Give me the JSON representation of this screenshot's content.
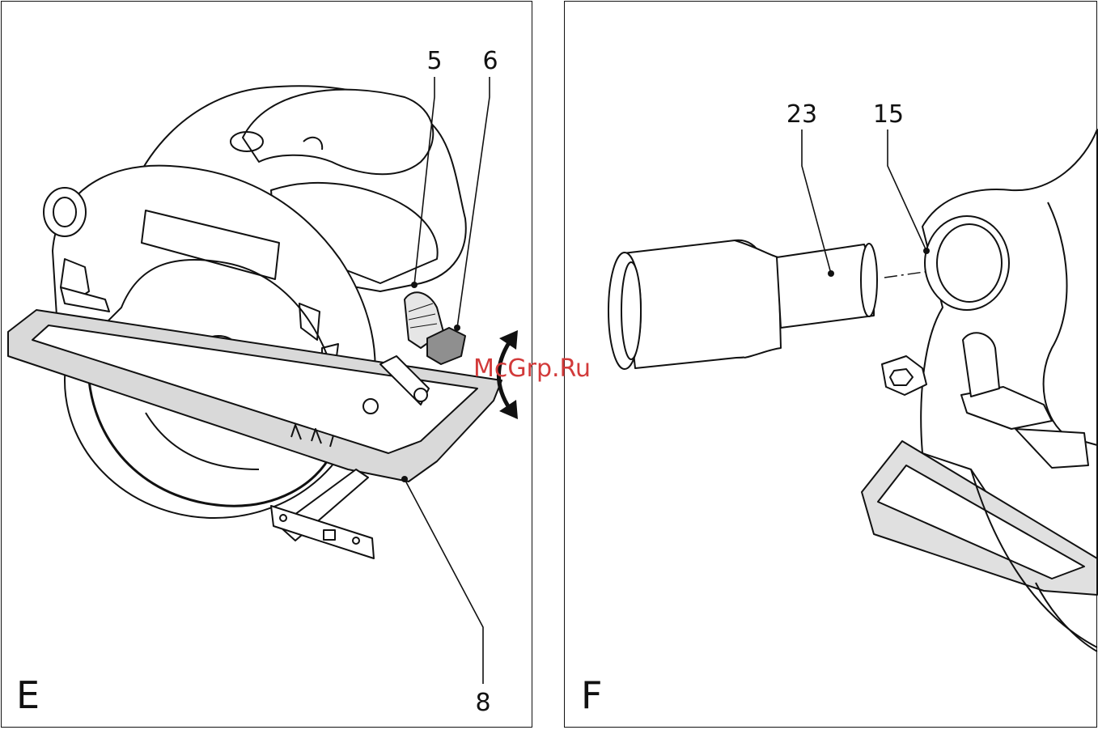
{
  "panel_e": {
    "letter": "E",
    "callouts": {
      "c5": "5",
      "c6": "6",
      "c8": "8"
    }
  },
  "panel_f": {
    "letter": "F",
    "callouts": {
      "c23": "23",
      "c15": "15"
    }
  },
  "watermark": {
    "text": "McGrp.Ru",
    "color": "#d23a3a"
  }
}
